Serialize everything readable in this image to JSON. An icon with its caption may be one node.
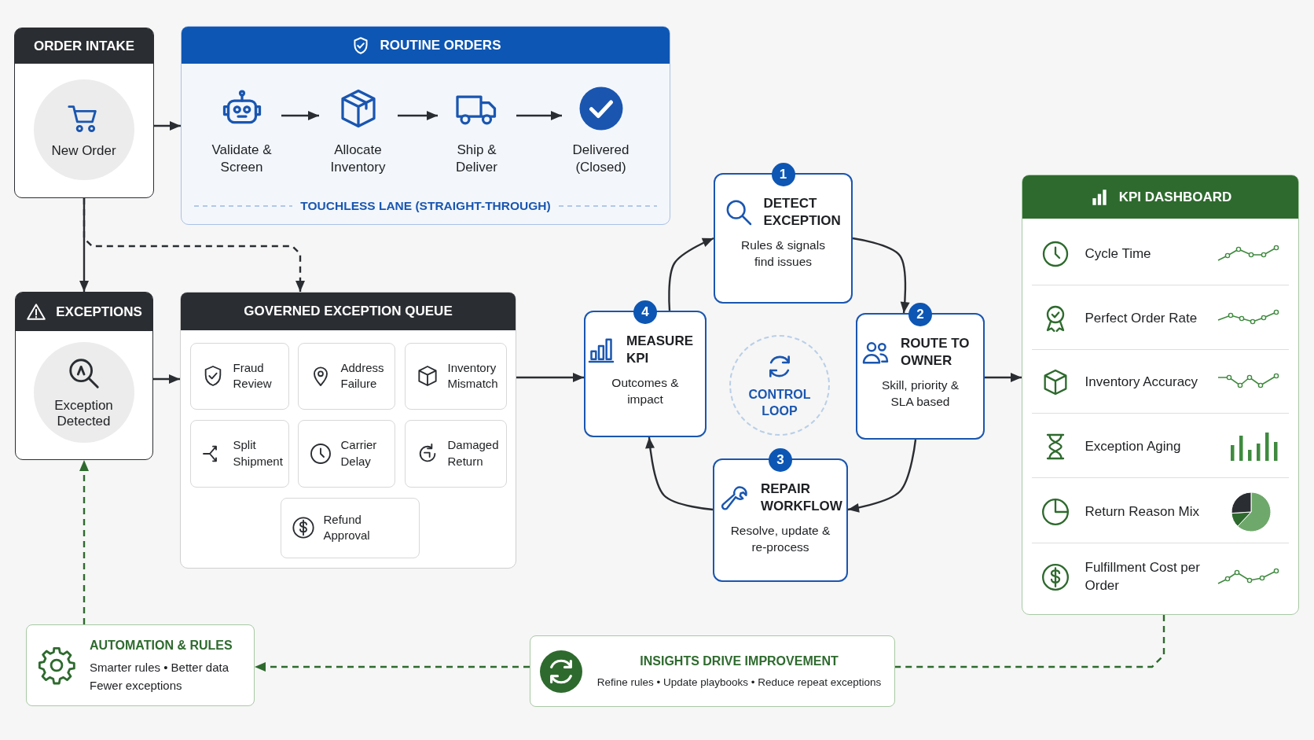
{
  "diagram": {
    "nodes": [
      {
        "text": [
          "ORDER INTAKE"
        ]
      },
      {
        "text": [
          "New Order"
        ],
        "in": 0
      },
      {
        "text": [
          "ROUTINE ORDERS",
          "TOUCHLESS LANE (STRAIGHT-THROUGH)"
        ]
      },
      {
        "text": [
          "Validate & Screen"
        ],
        "in": 2
      },
      {
        "text": [
          "Allocate Inventory"
        ],
        "in": 2
      },
      {
        "text": [
          "Ship & Deliver"
        ],
        "in": 2
      },
      {
        "text": [
          "Delivered (Closed)"
        ],
        "in": 2
      },
      {
        "text": [
          "EXCEPTIONS"
        ]
      },
      {
        "text": [
          "Exception Detected"
        ],
        "in": 7
      },
      {
        "text": [
          "GOVERNED EXCEPTION QUEUE"
        ]
      },
      {
        "text": [
          "Fraud Review"
        ],
        "in": 9
      },
      {
        "text": [
          "Address Failure"
        ],
        "in": 9
      },
      {
        "text": [
          "Inventory Mismatch"
        ],
        "in": 9
      },
      {
        "text": [
          "Split Shipment"
        ],
        "in": 9
      },
      {
        "text": [
          "Carrier Delay"
        ],
        "in": 9
      },
      {
        "text": [
          "Damaged Return"
        ],
        "in": 9
      },
      {
        "text": [
          "Refund Approval"
        ],
        "in": 9
      },
      {
        "text": [
          "1",
          "DETECT EXCEPTION",
          "Rules & signals find issues"
        ]
      },
      {
        "text": [
          "4",
          "MEASURE KPI",
          "Outcomes & impact"
        ]
      },
      {
        "text": [
          "CONTROL LOOP"
        ]
      },
      {
        "text": [
          "2",
          "ROUTE TO OWNER",
          "Skill, priority & SLA based"
        ]
      },
      {
        "text": [
          "3",
          "REPAIR WORKFLOW",
          "Resolve, update & re-process"
        ]
      },
      {
        "text": [
          "KPI DASHBOARD"
        ]
      },
      {
        "text": [
          "Cycle Time"
        ],
        "in": 22
      },
      {
        "text": [
          "Perfect Order Rate"
        ],
        "in": 22
      },
      {
        "text": [
          "Inventory Accuracy"
        ],
        "in": 22
      },
      {
        "text": [
          "Exception Aging"
        ],
        "in": 22
      },
      {
        "text": [
          "Return Reason Mix"
        ],
        "in": 22
      },
      {
        "text": [
          "Fulfillment Cost per Order"
        ],
        "in": 22
      },
      {
        "text": [
          "AUTOMATION & RULES",
          "Smarter rules • Better data",
          "Fewer exceptions"
        ]
      },
      {
        "text": [
          "INSIGHTS DRIVE IMPROVEMENT",
          "Refine rules • Update playbooks • Reduce repeat exceptions"
        ]
      }
    ],
    "edges": [
      {
        "from": 0,
        "to": 2,
        "arrow": "to"
      },
      {
        "from": 3,
        "to": 4,
        "arrow": "to"
      },
      {
        "from": 4,
        "to": 5,
        "arrow": "to"
      },
      {
        "from": 5,
        "to": 6,
        "arrow": "to"
      },
      {
        "from": 0,
        "to": 7,
        "arrow": "to"
      },
      {
        "from": 0,
        "to": 9,
        "arrow": "to",
        "style": "dashed"
      },
      {
        "from": 7,
        "to": 9,
        "arrow": "to"
      },
      {
        "from": 9,
        "to": 18,
        "arrow": "to"
      },
      {
        "from": 18,
        "to": 17,
        "arrow": "to"
      },
      {
        "from": 17,
        "to": 20,
        "arrow": "to"
      },
      {
        "from": 20,
        "to": 21,
        "arrow": "to"
      },
      {
        "from": 21,
        "to": 18,
        "arrow": "to"
      },
      {
        "from": 20,
        "to": 22,
        "arrow": "to"
      },
      {
        "from": 22,
        "to": 30,
        "arrow": "none",
        "style": "dashed",
        "color": "#2e6a2e"
      },
      {
        "from": 30,
        "to": 29,
        "arrow": "to",
        "style": "dashed",
        "color": "#2e6a2e"
      },
      {
        "from": 29,
        "to": 7,
        "arrow": "to",
        "style": "dashed",
        "color": "#2e6a2e"
      }
    ]
  }
}
